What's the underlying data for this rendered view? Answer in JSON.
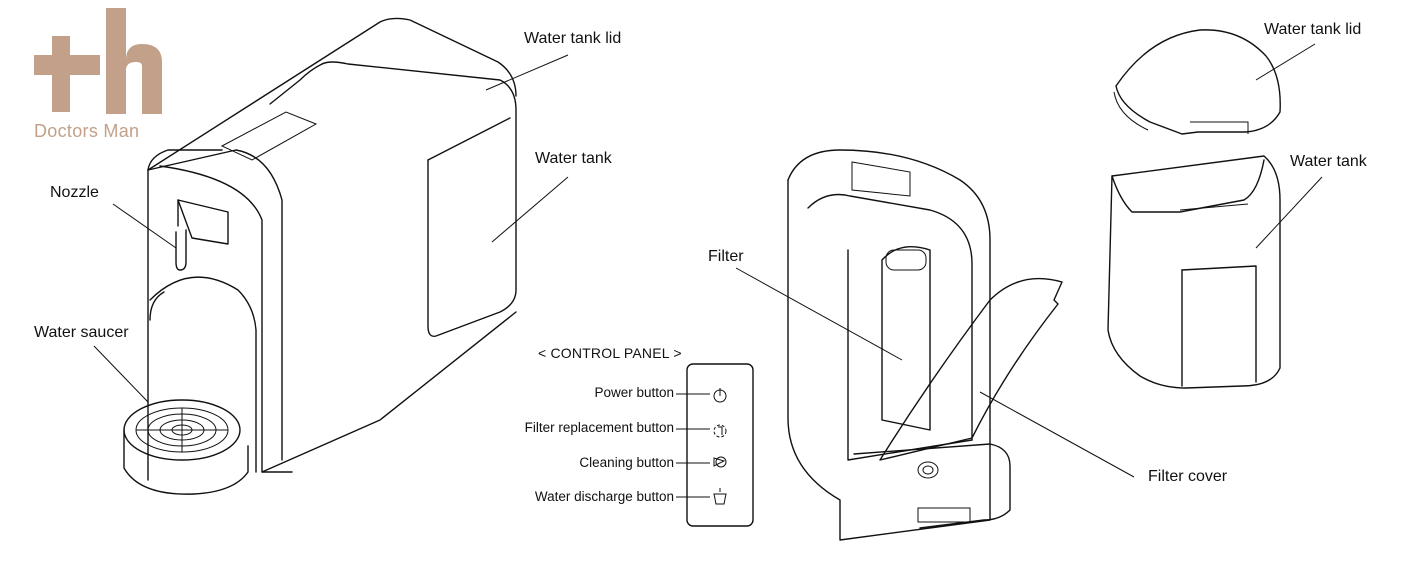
{
  "brand": {
    "name": "Doctors Man",
    "color": "#c2a089"
  },
  "labels": {
    "water_tank_lid_left": "Water tank lid",
    "water_tank_left": "Water tank",
    "nozzle": "Nozzle",
    "water_saucer": "Water saucer",
    "filter": "Filter",
    "filter_cover": "Filter cover",
    "water_tank_lid_right": "Water tank lid",
    "water_tank_right": "Water tank"
  },
  "control_panel": {
    "title": "< CONTROL PANEL >",
    "buttons": [
      {
        "label": "Power button",
        "icon": "power-icon"
      },
      {
        "label": "Filter replacement button",
        "icon": "filter-replacement-icon"
      },
      {
        "label": "Cleaning button",
        "icon": "cleaning-icon"
      },
      {
        "label": "Water discharge button",
        "icon": "water-discharge-icon"
      }
    ]
  }
}
